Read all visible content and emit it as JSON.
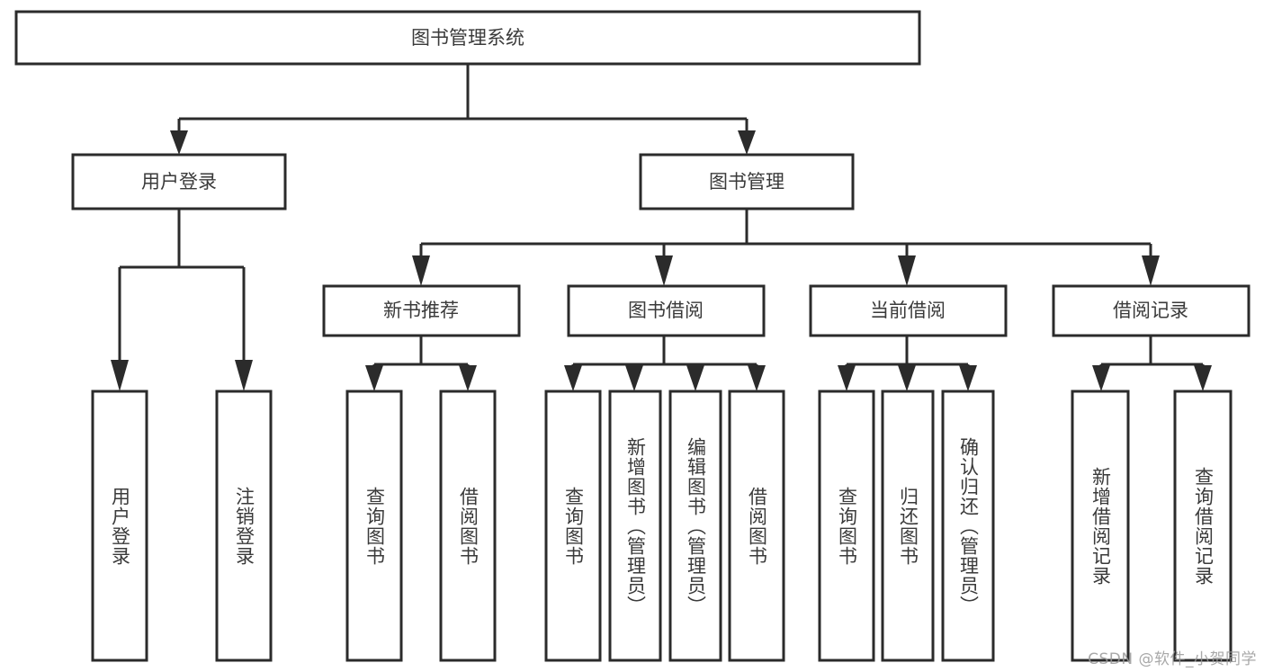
{
  "diagram": {
    "title": "图书管理系统",
    "type": "tree-hierarchy-chart",
    "watermark": "CSDN @软件_小贺同学",
    "colors": {
      "stroke": "#2b2b2b",
      "box_fill": "#ffffff",
      "text": "#3a3a3a",
      "background": "#ffffff",
      "watermark": "#9a9a9a"
    },
    "root": {
      "label": "图书管理系统",
      "orientation": "horizontal"
    },
    "level2": [
      {
        "label": "用户登录",
        "orientation": "horizontal"
      },
      {
        "label": "图书管理",
        "orientation": "horizontal"
      }
    ],
    "level3": [
      {
        "label": "新书推荐",
        "orientation": "horizontal"
      },
      {
        "label": "图书借阅",
        "orientation": "horizontal"
      },
      {
        "label": "当前借阅",
        "orientation": "horizontal"
      },
      {
        "label": "借阅记录",
        "orientation": "horizontal"
      }
    ],
    "leaves": {
      "user_login": [
        {
          "label": "用户登录",
          "orientation": "vertical"
        },
        {
          "label": "注销登录",
          "orientation": "vertical"
        }
      ],
      "new_book_recommend": [
        {
          "label": "查询图书",
          "orientation": "vertical"
        },
        {
          "label": "借阅图书",
          "orientation": "vertical"
        }
      ],
      "book_borrow": [
        {
          "label": "查询图书",
          "orientation": "vertical"
        },
        {
          "label": "新增图书（管理员）",
          "orientation": "vertical"
        },
        {
          "label": "编辑图书（管理员）",
          "orientation": "vertical"
        },
        {
          "label": "借阅图书",
          "orientation": "vertical"
        }
      ],
      "current_borrow": [
        {
          "label": "查询图书",
          "orientation": "vertical"
        },
        {
          "label": "归还图书",
          "orientation": "vertical"
        },
        {
          "label": "确认归还（管理员）",
          "orientation": "vertical"
        }
      ],
      "borrow_record": [
        {
          "label": "新增借阅记录",
          "orientation": "vertical"
        },
        {
          "label": "查询借阅记录",
          "orientation": "vertical"
        }
      ]
    }
  }
}
